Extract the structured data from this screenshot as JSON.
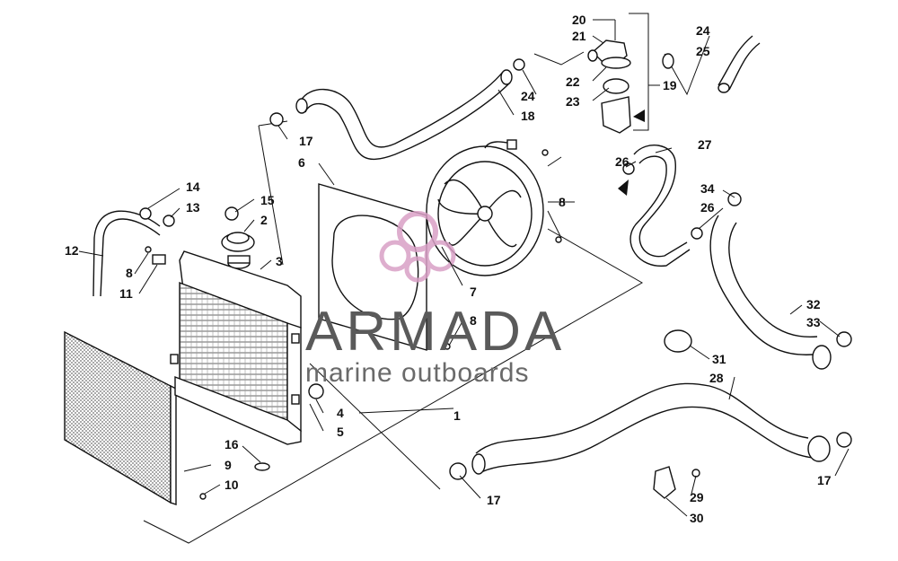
{
  "watermark": {
    "title": "ARMADA",
    "subtitle": "marine outboards",
    "logo_color": "#d9a0c6"
  },
  "callouts": [
    "20",
    "21",
    "22",
    "23",
    "19",
    "24",
    "25",
    "24",
    "18",
    "17",
    "6",
    "14",
    "13",
    "15",
    "2",
    "12",
    "8",
    "11",
    "3",
    "26",
    "27",
    "34",
    "26",
    "8",
    "7",
    "8",
    "32",
    "33",
    "31",
    "28",
    "1",
    "4",
    "5",
    "16",
    "9",
    "10",
    "17",
    "29",
    "30",
    "17"
  ]
}
